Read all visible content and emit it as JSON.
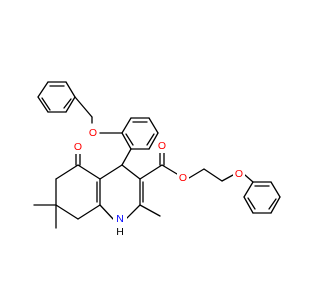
{
  "molecule": {
    "atom_labels": {
      "o_benzyl_ether": "O",
      "o_ketone": "O",
      "o_ester_carbonyl": "O",
      "o_ester_alkoxy": "O",
      "o_phenoxy": "O",
      "h_amine": "H",
      "n_amine": "N"
    },
    "colors": {
      "bond": "#000000",
      "oxygen": "#ff0000",
      "nitrogen": "#0000ff",
      "hydrogen": "#000000"
    }
  }
}
